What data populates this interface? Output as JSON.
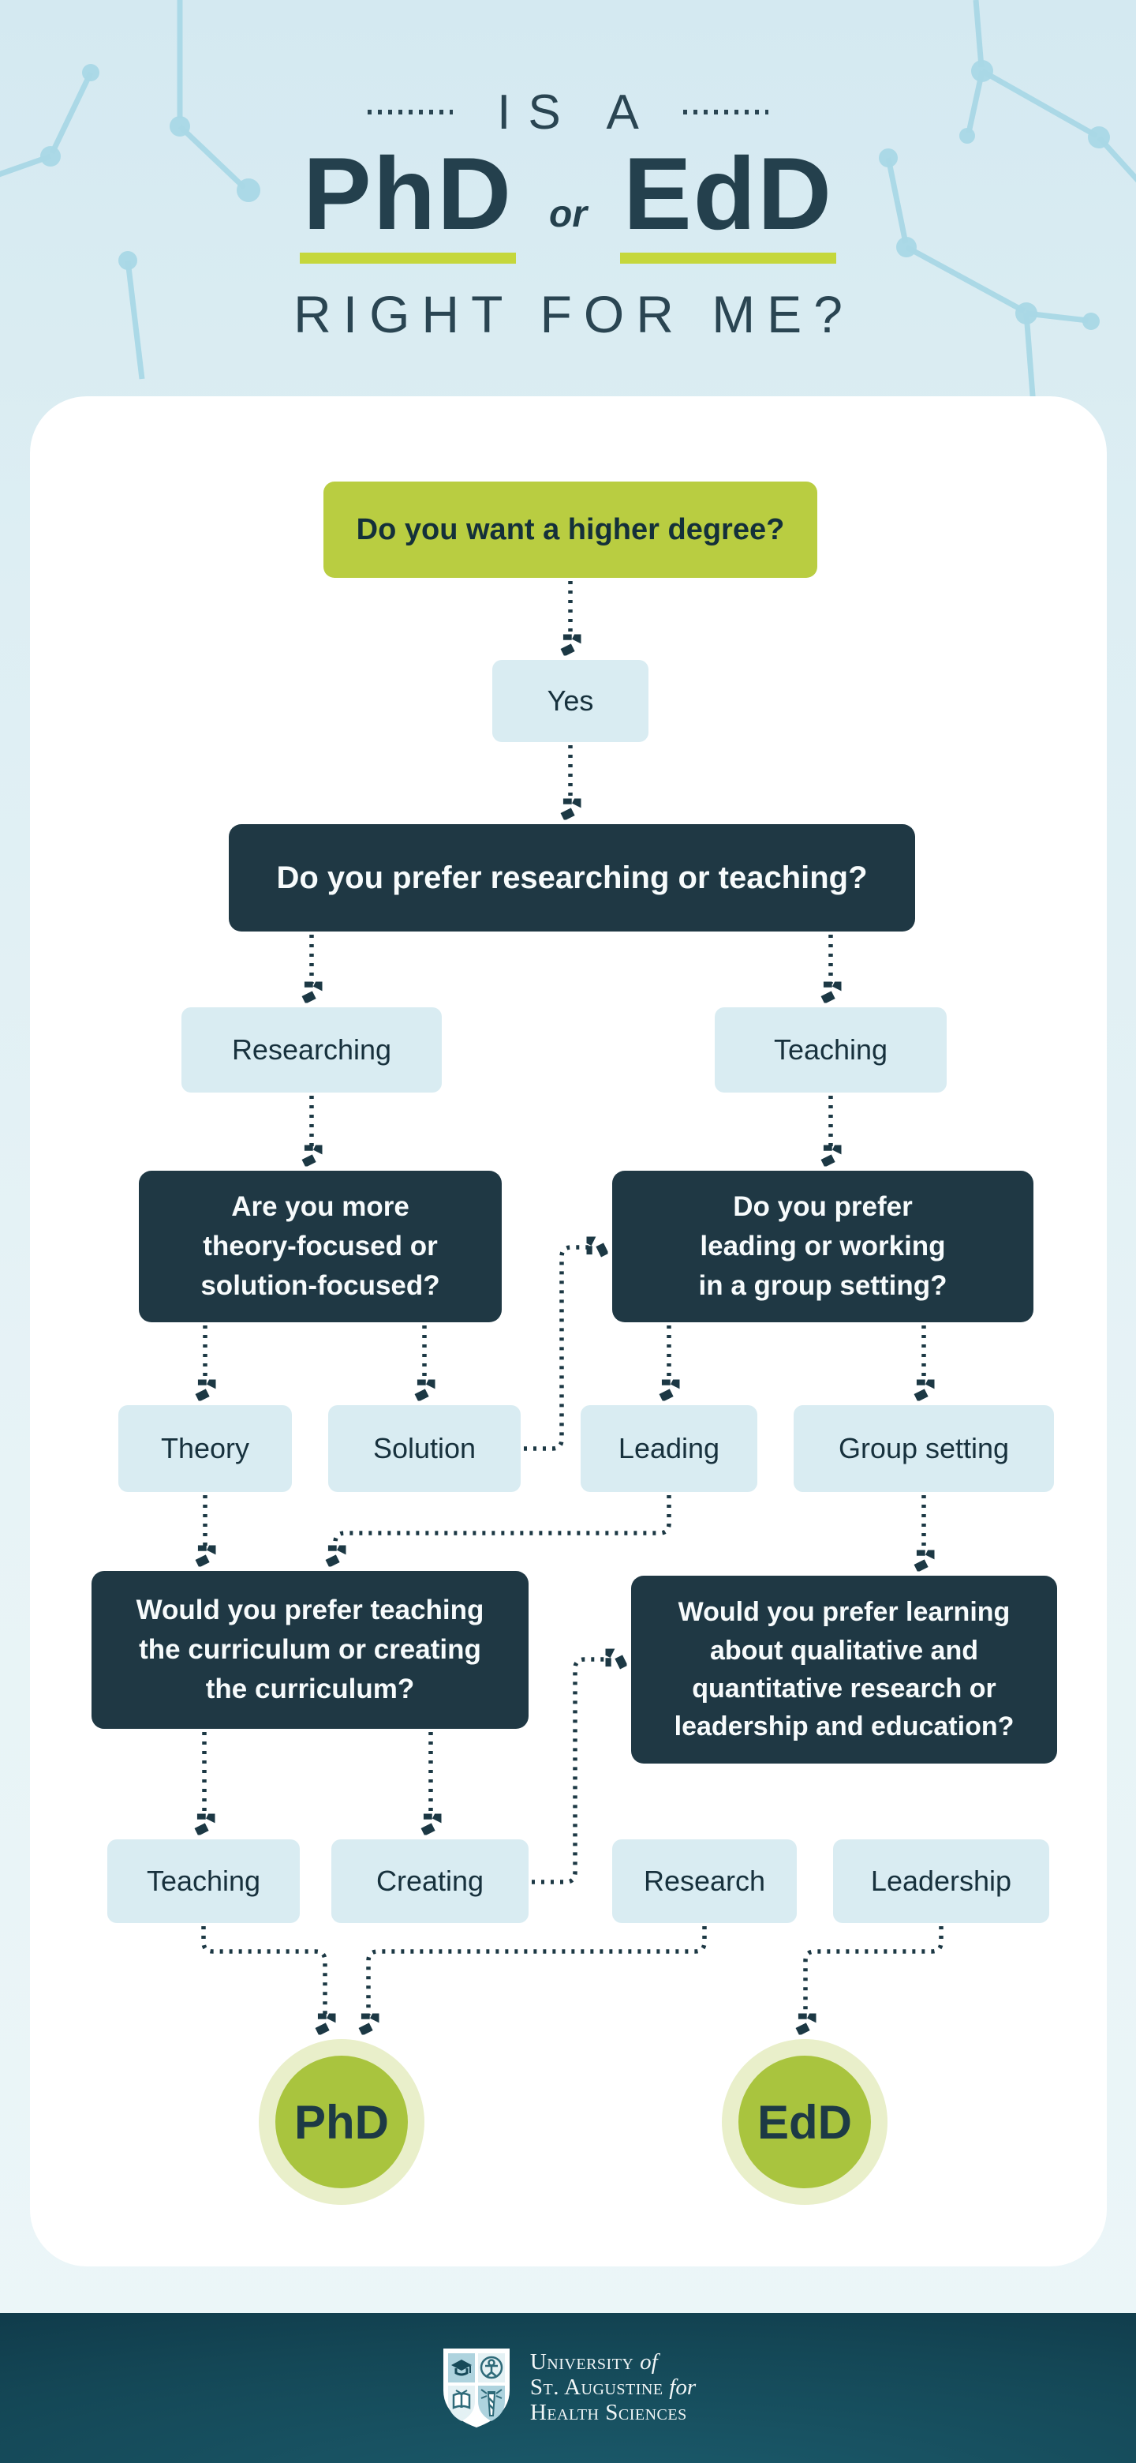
{
  "title": {
    "eyebrow": "IS A",
    "degree_left": "PhD",
    "conjunction": "or",
    "degree_right": "EdD",
    "subtitle": "RIGHT FOR ME?"
  },
  "flowchart": {
    "q0": "Do you want a higher degree?",
    "a0": "Yes",
    "q1": "Do you prefer researching or teaching?",
    "a1_left": "Researching",
    "a1_right": "Teaching",
    "q2_left_lines": [
      "Are you more",
      "theory-focused or",
      "solution-focused?"
    ],
    "q2_right_lines": [
      "Do you prefer",
      "leading or working",
      "in a group setting?"
    ],
    "a2": [
      "Theory",
      "Solution",
      "Leading",
      "Group setting"
    ],
    "q3_left_lines": [
      "Would you prefer teaching",
      "the curriculum or creating",
      "the curriculum?"
    ],
    "q3_right_lines": [
      "Would you prefer learning",
      "about qualitative and",
      "quantitative research or",
      "leadership and education?"
    ],
    "a3": [
      "Teaching",
      "Creating",
      "Research",
      "Leadership"
    ],
    "result_left": "PhD",
    "result_right": "EdD"
  },
  "footer": {
    "line1": "University ",
    "line1_italic": "of",
    "line2": "St. Augustine ",
    "line2_italic": "for",
    "line3": "Health Sciences"
  },
  "colors": {
    "accent_green": "#b9cd41",
    "underline_green": "#c5d73c",
    "dark_navy": "#1f3844",
    "light_blue_box": "#d9ecf2",
    "result_ring": "#e9efca",
    "result_fill": "#a9c43e",
    "background_top": "#d4e9f1",
    "footer_teal": "#144756",
    "constellation_blue": "#a9d8e6"
  }
}
